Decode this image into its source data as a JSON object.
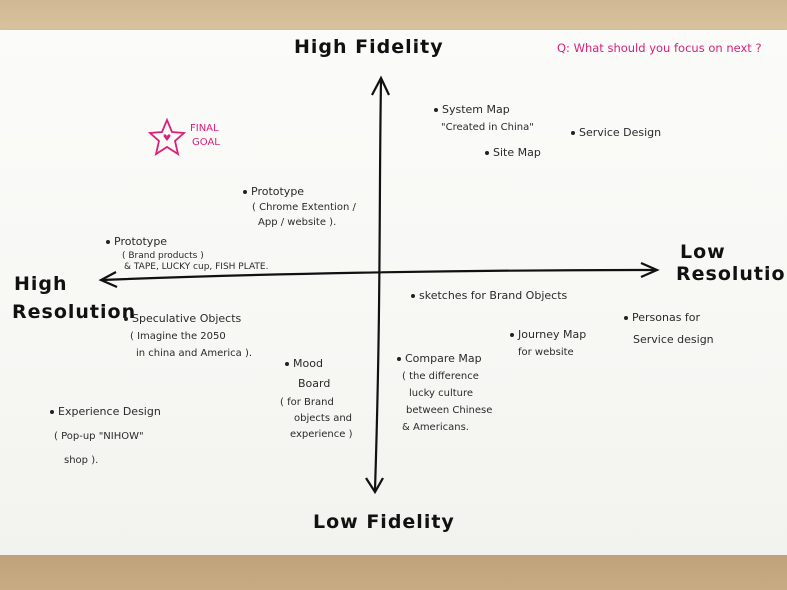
{
  "axes": {
    "top_label": "High  Fidelity",
    "bottom_label": "Low  Fidelity",
    "left_label_line1": "High",
    "left_label_line2": "Resolution",
    "right_label_line1": "Low",
    "right_label_line2": "Resolution"
  },
  "question": "Q: What should you focus on next ?",
  "final_goal": {
    "line1": "FINAL",
    "line2": "GOAL",
    "icon": "star-heart-icon",
    "color": "#d9217a"
  },
  "notes": {
    "system_map": {
      "line1": "System Map",
      "line2": "\"Created in China\""
    },
    "service_design": "Service Design",
    "site_map": "Site Map",
    "prototype_chrome": {
      "line1": "Prototype",
      "line2": "( Chrome  Extention /",
      "line3": "App / website )."
    },
    "prototype_brand": {
      "line1": "Prototype",
      "line2": "( Brand products )",
      "line3": "& TAPE, LUCKY cup, FISH PLATE."
    },
    "sketches": "sketches for Brand Objects",
    "speculative": {
      "line1": "Speculative Objects",
      "line2": "( Imagine the 2050",
      "line3": "in china and America )."
    },
    "personas": {
      "line1": "Personas  for",
      "line2": "Service design"
    },
    "journey_map": {
      "line1": "Journey Map",
      "line2": "for website"
    },
    "compare_map": {
      "line1": "Compare Map",
      "line2": "( the difference",
      "line3": "lucky culture",
      "line4": "between Chinese",
      "line5": "& Americans."
    },
    "mood_board": {
      "line1": "Mood",
      "line2": "Board",
      "line3": "( for Brand",
      "line4": "objects and",
      "line5": "experience )"
    },
    "experience": {
      "line1": "Experience Design",
      "line2": "( Pop-up \"NIHOW\"",
      "line3": "shop )."
    }
  }
}
